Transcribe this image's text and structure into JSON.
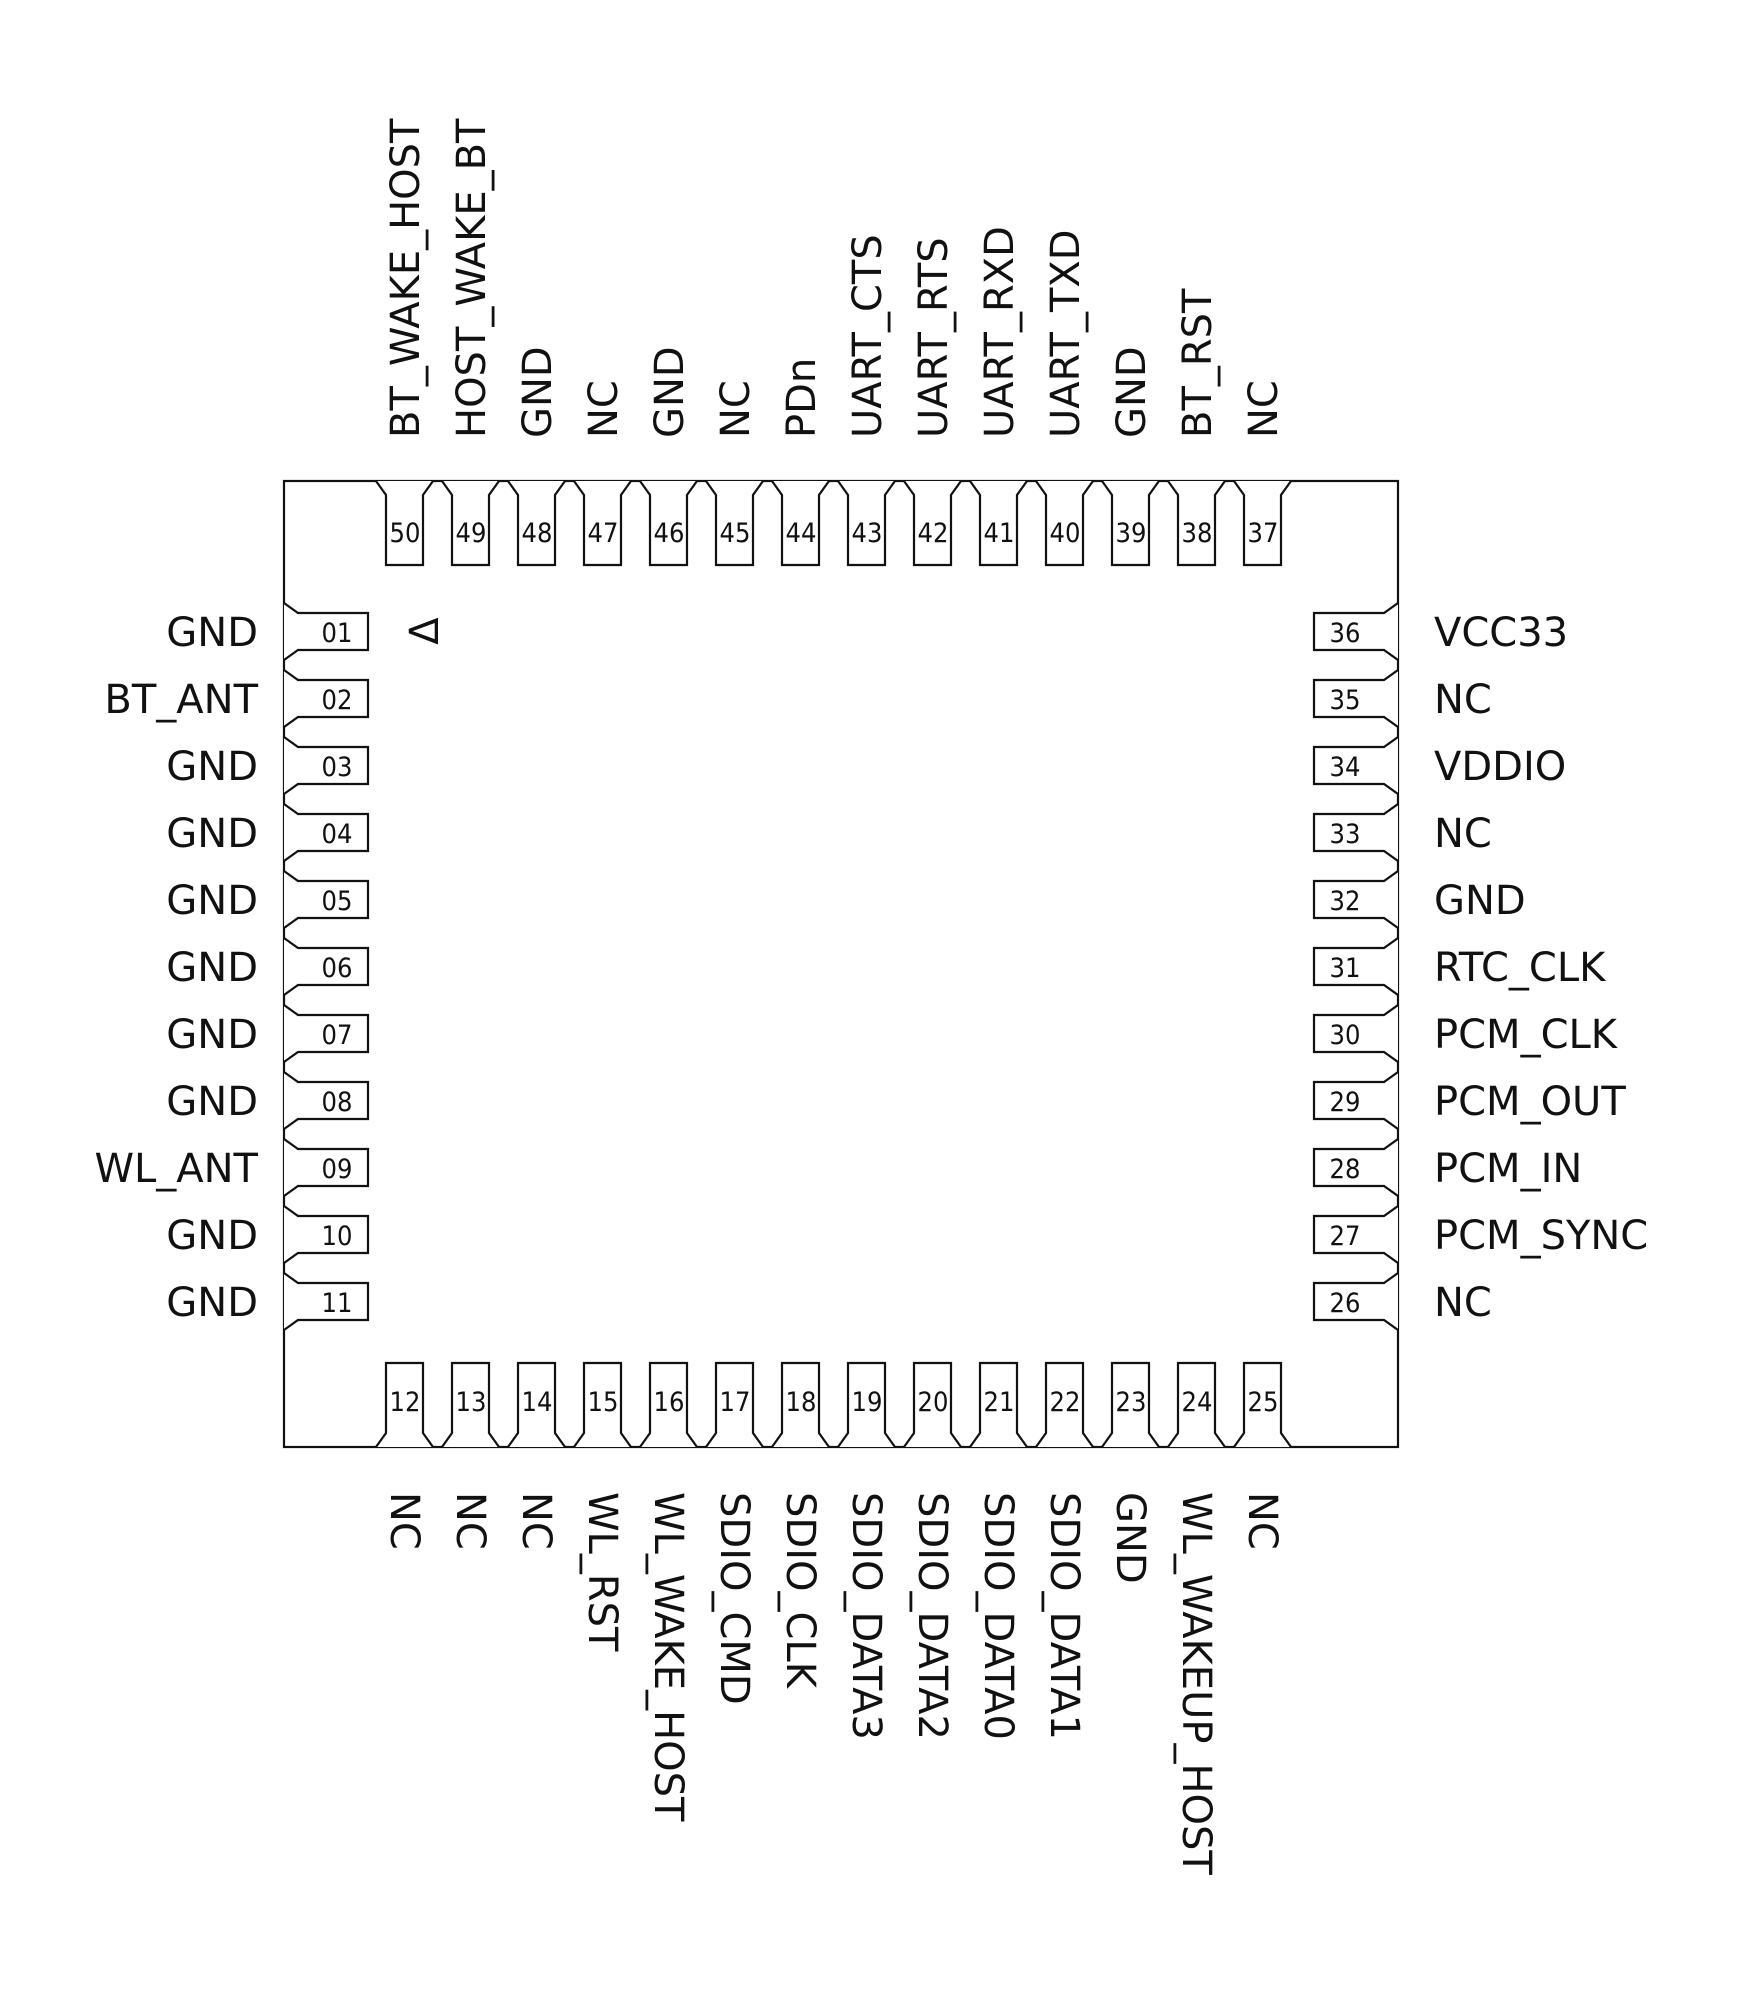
{
  "package": {
    "pin1_marker": "Δ",
    "left_pins": [
      {
        "number": "01",
        "label": "GND"
      },
      {
        "number": "02",
        "label": "BT_ANT"
      },
      {
        "number": "03",
        "label": "GND"
      },
      {
        "number": "04",
        "label": "GND"
      },
      {
        "number": "05",
        "label": "GND"
      },
      {
        "number": "06",
        "label": "GND"
      },
      {
        "number": "07",
        "label": "GND"
      },
      {
        "number": "08",
        "label": "GND"
      },
      {
        "number": "09",
        "label": "WL_ANT"
      },
      {
        "number": "10",
        "label": "GND"
      },
      {
        "number": "11",
        "label": "GND"
      }
    ],
    "bottom_pins": [
      {
        "number": "12",
        "label": "NC"
      },
      {
        "number": "13",
        "label": "NC"
      },
      {
        "number": "14",
        "label": "NC"
      },
      {
        "number": "15",
        "label": "WL_RST"
      },
      {
        "number": "16",
        "label": "WL_WAKE_HOST"
      },
      {
        "number": "17",
        "label": "SDIO_CMD"
      },
      {
        "number": "18",
        "label": "SDIO_CLK"
      },
      {
        "number": "19",
        "label": "SDIO_DATA3"
      },
      {
        "number": "20",
        "label": "SDIO_DATA2"
      },
      {
        "number": "21",
        "label": "SDIO_DATA0"
      },
      {
        "number": "22",
        "label": "SDIO_DATA1"
      },
      {
        "number": "23",
        "label": "GND"
      },
      {
        "number": "24",
        "label": "WL_WAKEUP_HOST"
      },
      {
        "number": "25",
        "label": "NC"
      }
    ],
    "right_pins": [
      {
        "number": "26",
        "label": "NC"
      },
      {
        "number": "27",
        "label": "PCM_SYNC"
      },
      {
        "number": "28",
        "label": "PCM_IN"
      },
      {
        "number": "29",
        "label": "PCM_OUT"
      },
      {
        "number": "30",
        "label": "PCM_CLK"
      },
      {
        "number": "31",
        "label": "RTC_CLK"
      },
      {
        "number": "32",
        "label": "GND"
      },
      {
        "number": "33",
        "label": "NC"
      },
      {
        "number": "34",
        "label": "VDDIO"
      },
      {
        "number": "35",
        "label": "NC"
      },
      {
        "number": "36",
        "label": "VCC33"
      }
    ],
    "top_pins": [
      {
        "number": "37",
        "label": "NC"
      },
      {
        "number": "38",
        "label": "BT_RST"
      },
      {
        "number": "39",
        "label": "GND"
      },
      {
        "number": "40",
        "label": "UART_TXD"
      },
      {
        "number": "41",
        "label": "UART_RXD"
      },
      {
        "number": "42",
        "label": "UART_RTS"
      },
      {
        "number": "43",
        "label": "UART_CTS"
      },
      {
        "number": "44",
        "label": "PDn"
      },
      {
        "number": "45",
        "label": "NC"
      },
      {
        "number": "46",
        "label": "GND"
      },
      {
        "number": "47",
        "label": "NC"
      },
      {
        "number": "48",
        "label": "GND"
      },
      {
        "number": "49",
        "label": "HOST_WAKE_BT"
      },
      {
        "number": "50",
        "label": "BT_WAKE_HOST"
      }
    ]
  }
}
